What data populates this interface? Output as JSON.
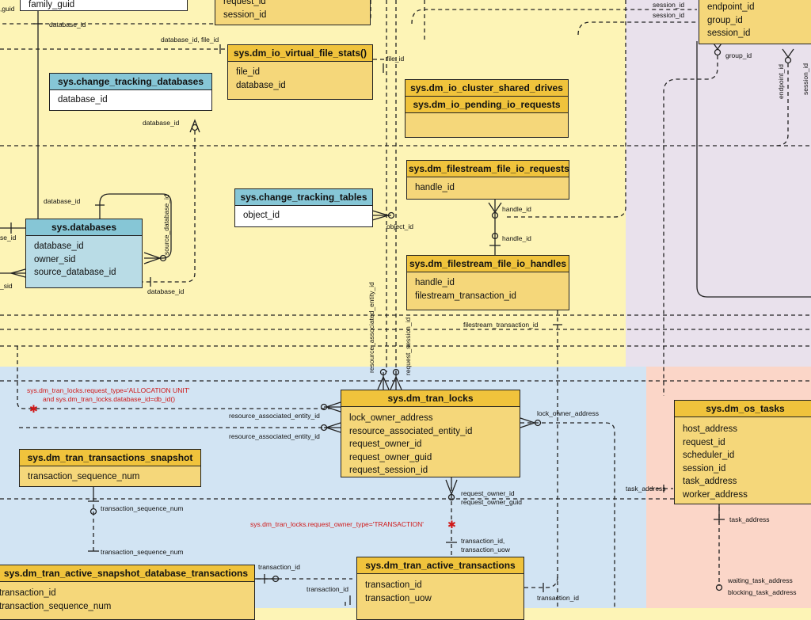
{
  "tables": {
    "family_guid": {
      "fields": [
        "family_guid"
      ]
    },
    "top_session": {
      "fields": [
        "request_id",
        "session_id"
      ]
    },
    "top_right": {
      "fields": [
        "endpoint_id",
        "group_id",
        "session_id"
      ]
    },
    "virtual_file_stats": {
      "title": "sys.dm_io_virtual_file_stats()",
      "fields": [
        "file_id",
        "database_id"
      ]
    },
    "change_tracking_databases": {
      "title": "sys.change_tracking_databases",
      "fields": [
        "database_id"
      ]
    },
    "cluster_drives": {
      "title1": "sys.dm_io_cluster_shared_drives",
      "title2": "sys.dm_io_pending_io_requests"
    },
    "filestream_requests": {
      "title": "sys.dm_filestream_file_io_requests",
      "fields": [
        "handle_id"
      ]
    },
    "change_tracking_tables": {
      "title": "sys.change_tracking_tables",
      "fields": [
        "object_id"
      ]
    },
    "databases": {
      "title": "sys.databases",
      "fields": [
        "database_id",
        "owner_sid",
        "source_database_id"
      ]
    },
    "filestream_handles": {
      "title": "sys.dm_filestream_file_io_handles",
      "fields": [
        "handle_id",
        "filestream_transaction_id"
      ]
    },
    "tran_locks": {
      "title": "sys.dm_tran_locks",
      "fields": [
        "lock_owner_address",
        "resource_associated_entity_id",
        "request_owner_id",
        "request_owner_guid",
        "request_session_id"
      ]
    },
    "os_tasks": {
      "title": "sys.dm_os_tasks",
      "fields": [
        "host_address",
        "request_id",
        "scheduler_id",
        "session_id",
        "task_address",
        "worker_address"
      ]
    },
    "transactions_snapshot": {
      "title": "sys.dm_tran_transactions_snapshot",
      "fields": [
        "transaction_sequence_num"
      ]
    },
    "active_snapshot": {
      "title": "sys.dm_tran_active_snapshot_database_transactions",
      "fields": [
        "transaction_id",
        "transaction_sequence_num"
      ]
    },
    "active_transactions": {
      "title": "sys.dm_tran_active_transactions",
      "fields": [
        "transaction_id",
        "transaction_uow"
      ]
    }
  },
  "labels": {
    "guid": ",guid",
    "database_id_top": "database_id",
    "database_id_file_id": "database_id, file_id",
    "file_id": "file_id",
    "session_id_a": "session_id",
    "session_id_b": "session_id",
    "group_id": "group_id",
    "endpoint_id": "endpoint_id",
    "session_id_v": "session_id",
    "database_id_ctd": "database_id",
    "database_id_db": "database_id",
    "source_database_id": "source_database_id",
    "se_id": "se_id",
    "sid": "_sid",
    "database_id_bottom": "database_id",
    "object_id": "object_id",
    "handle_id_a": "handle_id",
    "handle_id_b": "handle_id",
    "filestream_transaction_id": "filestream_transaction_id",
    "resource_associated_entity_id_v": "resource_associated_entity_id",
    "request_session_id_v": "request_session_id",
    "resource_associated_entity_id_1": "resource_associated_entity_id",
    "resource_associated_entity_id_2": "resource_associated_entity_id",
    "lock_owner_address": "lock_owner_address",
    "request_owner_id": "request_owner_id",
    "request_owner_guid": "request_owner_guid",
    "task_address_left": "task_address",
    "task_address_below": "task_address",
    "transaction_sequence_num_1": "transaction_sequence_num",
    "transaction_sequence_num_2": "transaction_sequence_num",
    "transaction_id_uow": "transaction_id,",
    "transaction_uow_lbl": "transaction_uow",
    "transaction_id_a": "transaction_id",
    "transaction_id_b": "transaction_id",
    "transaction_id_c": "transaction_id",
    "waiting_task_address": "waiting_task_address",
    "blocking_task_address": "blocking_task_address"
  },
  "notes": {
    "allocation_line1": "sys.dm_tran_locks.request_type='ALLOCATION UNIT'",
    "allocation_line2": "and sys.dm_tran_locks.database_id=db_id()",
    "transaction_note": "sys.dm_tran_locks.request_owner_type='TRANSACTION'"
  },
  "colors": {
    "yellow_region": "#fdf4b6",
    "lavender_region": "#e9e1ec",
    "blue_region": "#d2e4f3",
    "pink_region": "#fbd6c8",
    "table_header": "#f0c33c",
    "table_body": "#f5d77a",
    "blue_header": "#86c6d6",
    "note_red": "#d01818"
  }
}
